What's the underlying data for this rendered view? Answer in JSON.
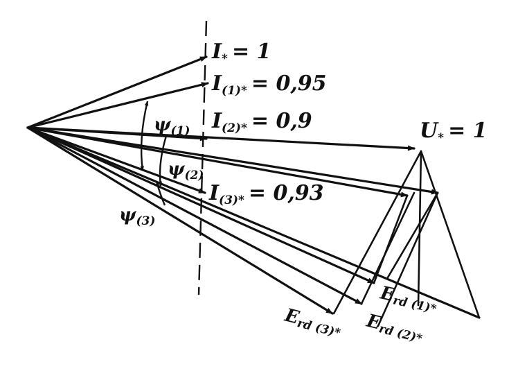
{
  "labels": {
    "i_star": "I",
    "i_star_sub": "*",
    "i_star_val": "= 1",
    "i1": "I",
    "i1_sub": "(1)*",
    "i1_val": "= 0,95",
    "i2": "I",
    "i2_sub": "(2)*",
    "i2_val": "= 0,9",
    "i3": "I",
    "i3_sub": "(3)*",
    "i3_val": "= 0,93",
    "u_star": "U",
    "u_star_sub": "*",
    "u_star_val": "= 1",
    "psi1": "ψ",
    "psi1_sub": "(1)",
    "psi2": "ψ",
    "psi2_sub": "(2)",
    "psi3": "ψ",
    "psi3_sub": "(3)",
    "erd1": "E",
    "erd1_sub": "rd (1)*",
    "erd2": "E",
    "erd2_sub": "rd (2)*",
    "erd3": "E",
    "erd3_sub": "rd (3)*"
  },
  "colors": {
    "ink": "#111111",
    "paper": "#ffffff"
  }
}
